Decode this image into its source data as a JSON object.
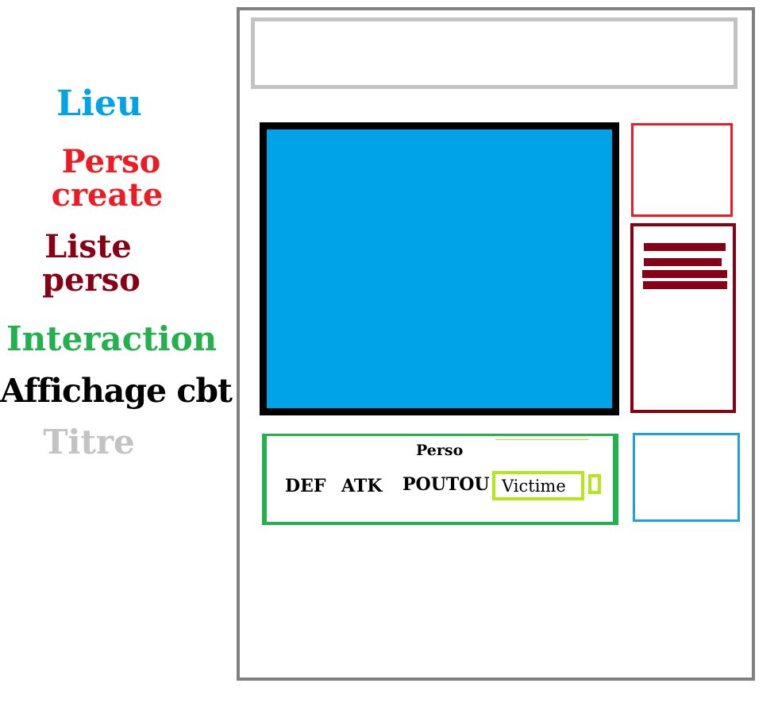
{
  "legend": {
    "lieu": "Lieu",
    "perso_create": [
      "Perso",
      "create"
    ],
    "liste_perso": [
      "Liste",
      "perso"
    ],
    "interaction": "Interaction",
    "affichage_cbt": "Affichage cbt",
    "titre": "Titre"
  },
  "interaction_panel": {
    "perso": "Perso",
    "def": "DEF",
    "atk": "ATK",
    "poutou": "POUTOU",
    "victime": "Victime"
  },
  "colors": {
    "lieu": "#00a2e8",
    "perso_create": "#ed1c24",
    "liste_perso": "#880015",
    "interaction": "#22b14c",
    "affichage_cbt": "#000000",
    "titre": "#c3c3c3",
    "victime_border": "#b5e61d"
  }
}
